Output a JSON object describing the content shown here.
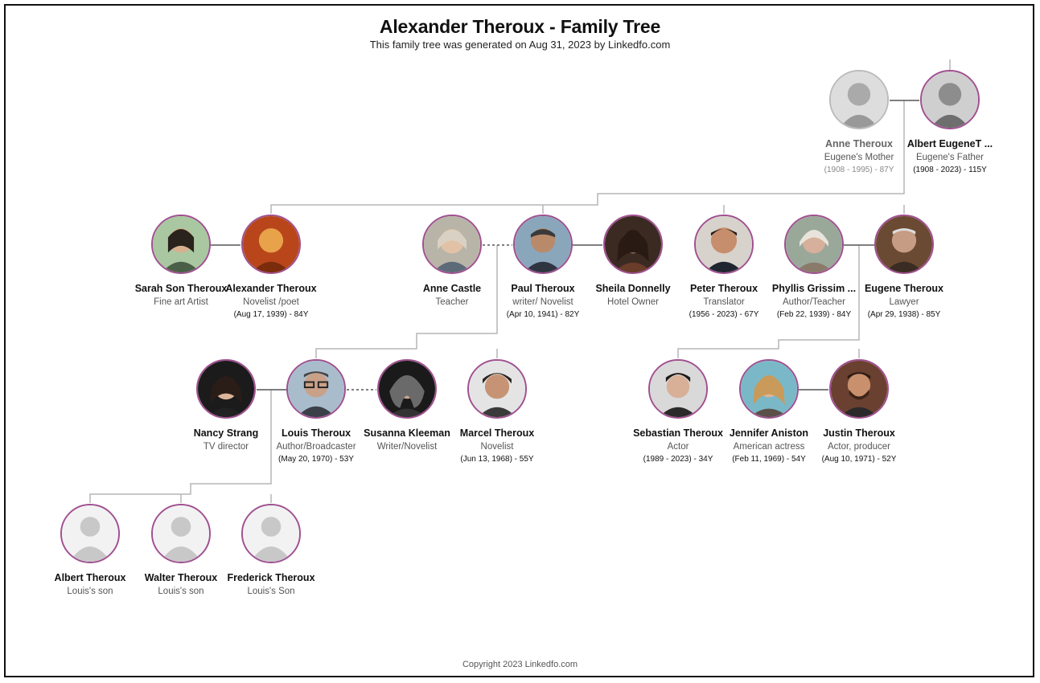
{
  "header": {
    "title": "Alexander Theroux - Family Tree",
    "subtitle": "This family tree was generated on Aug 31, 2023 by Linkedfo.com"
  },
  "footer": {
    "copyright": "Copyright 2023 Linkedfo.com"
  },
  "colors": {
    "photo_border": "#a05090",
    "line": "#b5b5b5",
    "spouse_line": "#555555"
  },
  "people": {
    "anne_theroux_sr": {
      "name": "Anne Theroux",
      "role": "Eugene's Mother",
      "dates": "(1908 - 1995) - 87Y",
      "icon": "elderly-woman-photo"
    },
    "albert_eugene": {
      "name": "Albert EugeneT ...",
      "role": "Eugene's Father",
      "dates": "(1908 - 2023) - 115Y",
      "icon": "elderly-man-photo"
    },
    "sarah": {
      "name": "Sarah Son Theroux",
      "role": "Fine art Artist",
      "dates": "",
      "icon": "woman-photo"
    },
    "alexander": {
      "name": "Alexander Theroux",
      "role": "Novelist /poet",
      "dates": "(Aug 17, 1939) - 84Y",
      "icon": "man-photo"
    },
    "anne_castle": {
      "name": "Anne Castle",
      "role": "Teacher",
      "dates": "",
      "icon": "woman-photo"
    },
    "paul": {
      "name": "Paul Theroux",
      "role": "writer/ Novelist",
      "dates": "(Apr 10, 1941) - 82Y",
      "icon": "man-photo"
    },
    "sheila": {
      "name": "Sheila Donnelly",
      "role": "Hotel Owner",
      "dates": "",
      "icon": "woman-photo"
    },
    "peter": {
      "name": "Peter Theroux",
      "role": "Translator",
      "dates": "(1956 - 2023) - 67Y",
      "icon": "man-photo"
    },
    "phyllis": {
      "name": "Phyllis Grissim ...",
      "role": "Author/Teacher",
      "dates": "(Feb 22, 1939) - 84Y",
      "icon": "elderly-woman-photo"
    },
    "eugene": {
      "name": "Eugene Theroux",
      "role": "Lawyer",
      "dates": "(Apr 29, 1938) - 85Y",
      "icon": "elderly-man-photo"
    },
    "nancy": {
      "name": "Nancy Strang",
      "role": "TV director",
      "dates": "",
      "icon": "woman-photo"
    },
    "louis": {
      "name": "Louis Theroux",
      "role": "Author/Broadcaster",
      "dates": "(May 20, 1970) - 53Y",
      "icon": "man-photo"
    },
    "susanna": {
      "name": "Susanna Kleeman",
      "role": "Writer/Novelist",
      "dates": "",
      "icon": "woman-photo"
    },
    "marcel": {
      "name": "Marcel Theroux",
      "role": "Novelist",
      "dates": "(Jun 13, 1968) - 55Y",
      "icon": "man-photo"
    },
    "sebastian": {
      "name": "Sebastian Theroux",
      "role": "Actor",
      "dates": "(1989 - 2023) - 34Y",
      "icon": "man-photo"
    },
    "jennifer": {
      "name": "Jennifer Aniston",
      "role": "American actress",
      "dates": "(Feb 11, 1969) - 54Y",
      "icon": "woman-photo"
    },
    "justin": {
      "name": "Justin Theroux",
      "role": "Actor, producer",
      "dates": "(Aug 10, 1971) - 52Y",
      "icon": "man-photo"
    },
    "albert_jr": {
      "name": "Albert Theroux",
      "role": "Louis's son",
      "dates": "",
      "icon": "default-avatar-icon"
    },
    "walter": {
      "name": "Walter Theroux",
      "role": "Louis's son",
      "dates": "",
      "icon": "default-avatar-icon"
    },
    "frederick": {
      "name": "Frederick Theroux",
      "role": "Louis's Son",
      "dates": "",
      "icon": "default-avatar-icon"
    }
  }
}
